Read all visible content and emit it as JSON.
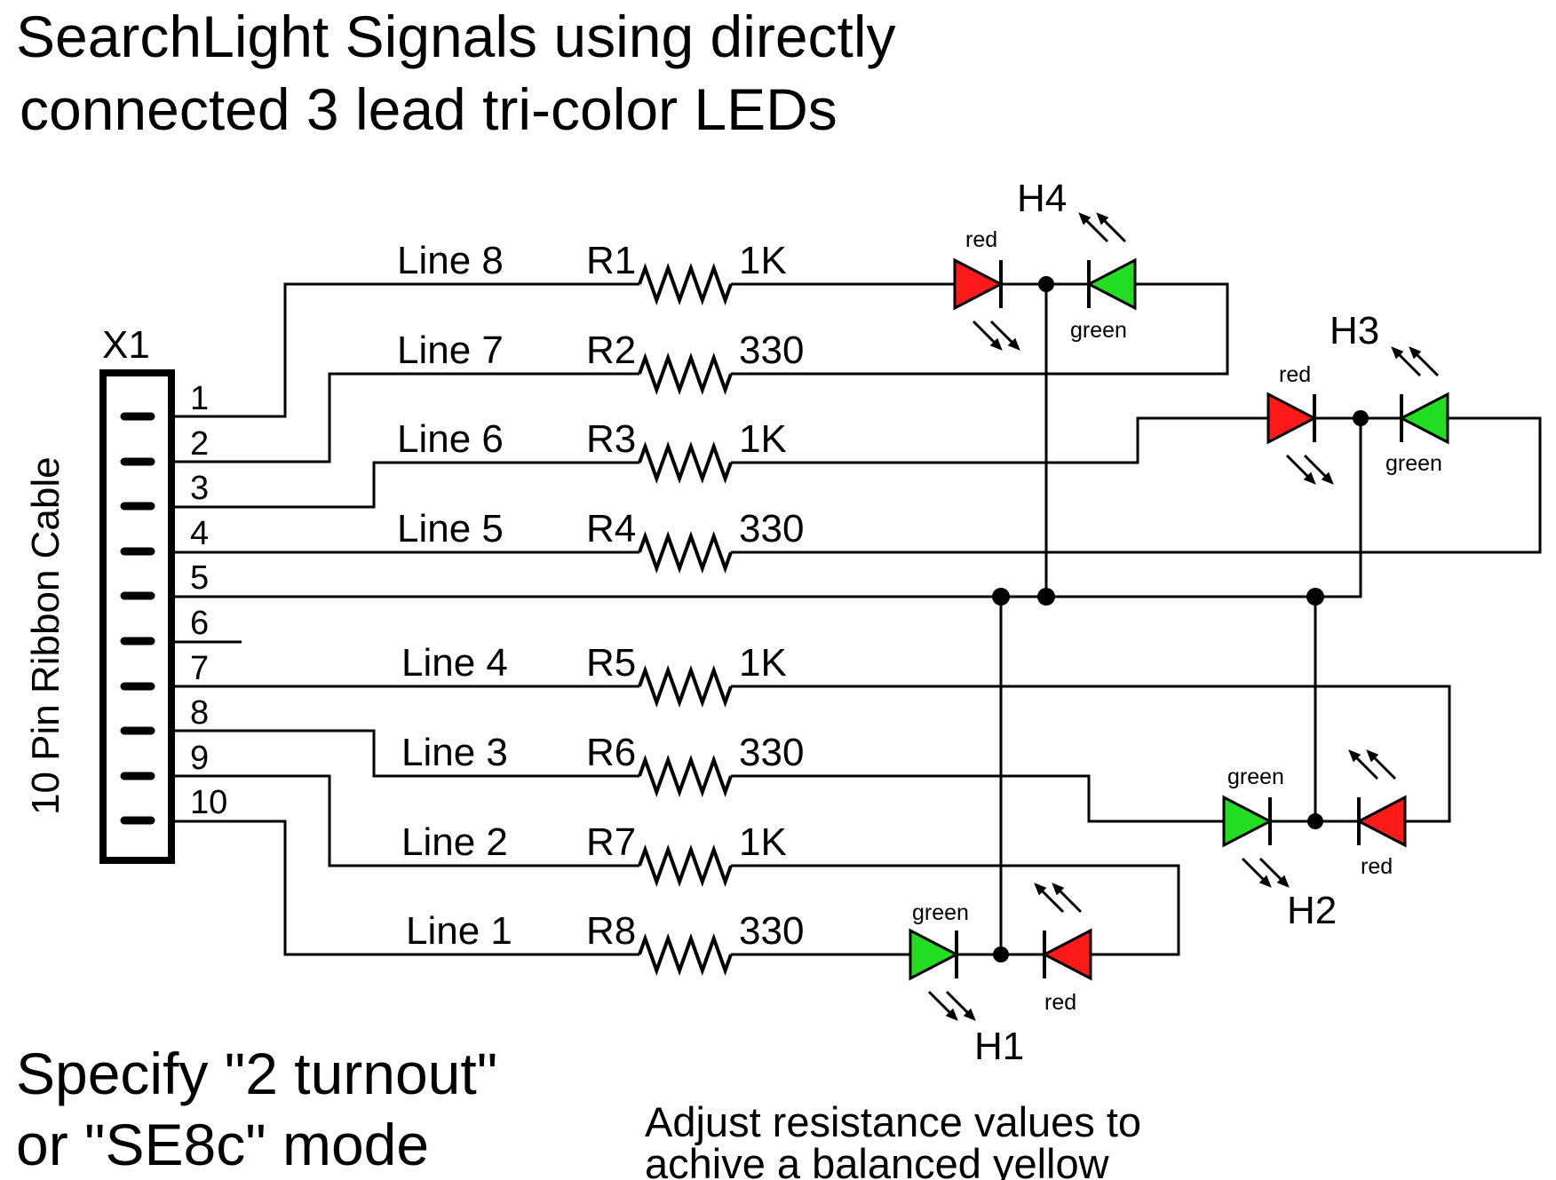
{
  "title": {
    "line1": "SearchLight Signals using directly",
    "line2": "connected 3 lead tri-color LEDs"
  },
  "connector": {
    "name": "X1",
    "cable_label": "10 Pin Ribbon Cable",
    "pins": [
      "1",
      "2",
      "3",
      "4",
      "5",
      "6",
      "7",
      "8",
      "9",
      "10"
    ]
  },
  "lines": [
    {
      "name": "Line 8",
      "resistor": "R1",
      "value": "1K"
    },
    {
      "name": "Line 7",
      "resistor": "R2",
      "value": "330"
    },
    {
      "name": "Line 6",
      "resistor": "R3",
      "value": "1K"
    },
    {
      "name": "Line 5",
      "resistor": "R4",
      "value": "330"
    },
    {
      "name": "Line 4",
      "resistor": "R5",
      "value": "1K"
    },
    {
      "name": "Line 3",
      "resistor": "R6",
      "value": "330"
    },
    {
      "name": "Line 2",
      "resistor": "R7",
      "value": "1K"
    },
    {
      "name": "Line 1",
      "resistor": "R8",
      "value": "330"
    }
  ],
  "heads": {
    "h4": {
      "name": "H4",
      "left_color": "red",
      "right_color": "green"
    },
    "h3": {
      "name": "H3",
      "left_color": "red",
      "right_color": "green"
    },
    "h2": {
      "name": "H2",
      "left_color": "green",
      "right_color": "red"
    },
    "h1": {
      "name": "H1",
      "left_color": "green",
      "right_color": "red"
    }
  },
  "colors": {
    "red_led": "#ff1a1a",
    "green_led": "#22dd22"
  },
  "mode_note": {
    "line1": "Specify \"2 turnout\"",
    "line2": "or \"SE8c\" mode"
  },
  "adjust_note": {
    "line1": "Adjust resistance values to",
    "line2": "achive a balanced yellow"
  }
}
